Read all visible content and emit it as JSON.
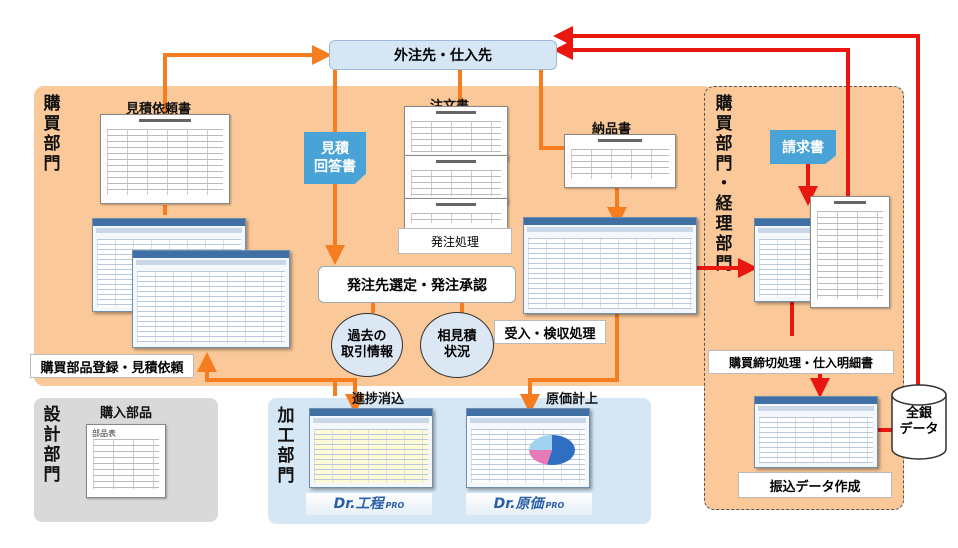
{
  "colors": {
    "purchasing_bg": "#fbc999",
    "design_bg": "#d9d9d9",
    "processing_bg": "#d5e6f5",
    "orange_arrow": "#f57c1f",
    "red_arrow": "#e8170f",
    "flag_blue": "#4aa3d6"
  },
  "departments": {
    "purchasing": "購\n買\n部\n門",
    "purchasing_accounting": "購\n買\n部\n門\n・\n経\n理\n部\n門",
    "design": "設\n計\n部\n門",
    "processing": "加\n工\n部\n門"
  },
  "nodes": {
    "supplier": "外注先・仕入先",
    "order_selection": "発注先選定・発注承認",
    "order_process": "発注処理",
    "receiving": "受入・検収処理",
    "closing": "購買締切処理・仕入明細書",
    "transfer": "振込データ作成",
    "parts_registration": "購買部品登録・見積依頼"
  },
  "documents": {
    "quote_request": "見積依頼書",
    "purchase_order": "注文書",
    "delivery_note": "納品書",
    "purchased_parts": "購入部品",
    "parts_table": "部品表"
  },
  "flags": {
    "quote_reply": "見積\n回答書",
    "invoice": "請求書"
  },
  "circles": {
    "past_records": "過去の\n取引情報",
    "multi_quote": "相見積\n状況"
  },
  "labels": {
    "progress": "進捗消込",
    "costing": "原価計上"
  },
  "database": "全銀\nデータ",
  "products": {
    "process": {
      "name": "Dr.工程",
      "suffix": "PRO"
    },
    "cost": {
      "name": "Dr.原価",
      "suffix": "PRO"
    }
  }
}
